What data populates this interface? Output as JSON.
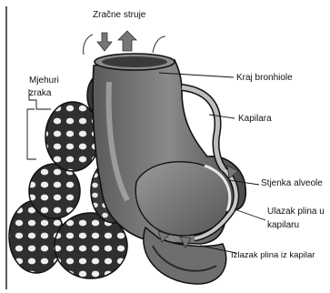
{
  "diagram": {
    "labels": {
      "air_currents": "Zračne struje",
      "air_bubbles_1": "Mjehuri",
      "air_bubbles_2": "zraka",
      "bronchiole_end": "Kraj bronhiole",
      "capillary": "Kapilara",
      "alveolus_wall": "Stjenka alveole",
      "gas_in_1": "Ulazak plina u",
      "gas_in_2": "kapilaru",
      "gas_out": "Izlazak plina iz kapilar"
    }
  }
}
